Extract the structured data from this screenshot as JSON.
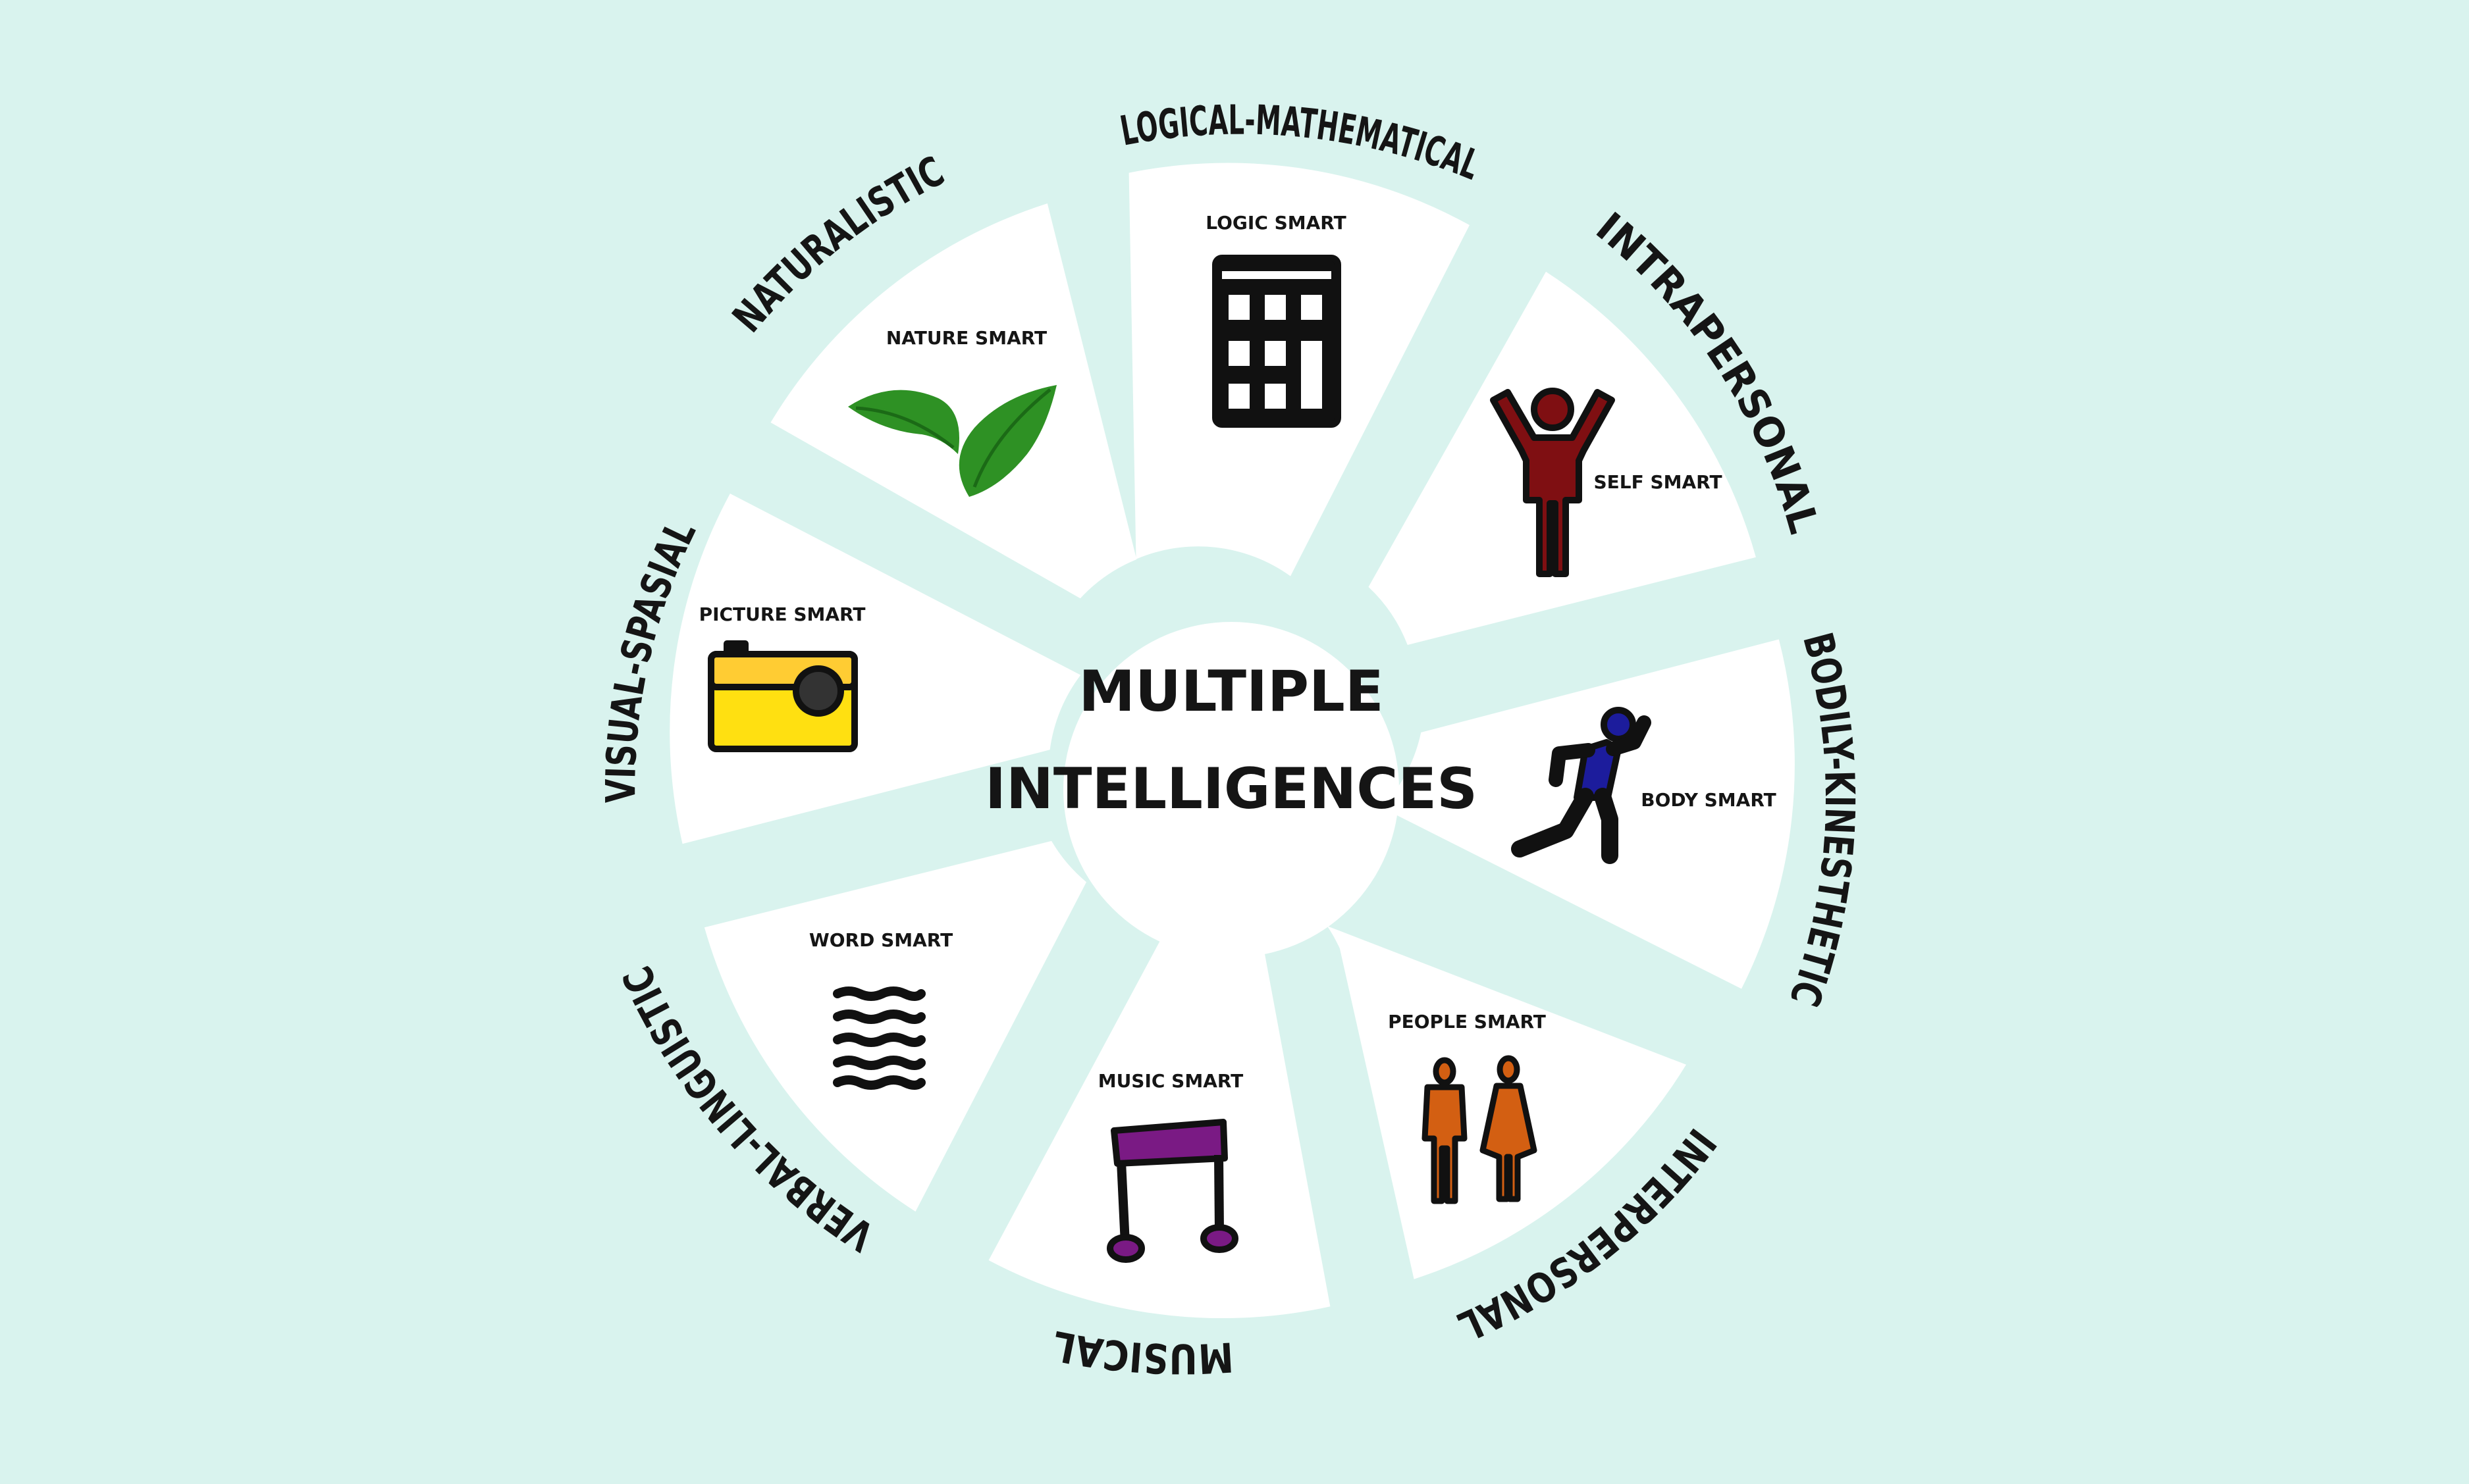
{
  "diagram": {
    "title_lines": [
      "MULTIPLE",
      "INTELLIGENCES"
    ],
    "colors": {
      "background": "#d9f3ee",
      "segment_fill": "#ffffff",
      "text": "#151515"
    },
    "segments": [
      {
        "id": "logical",
        "category": "LOGICAL-MATHEMATICAL",
        "smart": "LOGIC SMART",
        "icon": "calculator-icon"
      },
      {
        "id": "intrapersonal",
        "category": "INTRAPERSONAL",
        "smart": "SELF SMART",
        "icon": "arms-raised-person-icon"
      },
      {
        "id": "bodily",
        "category": "BODILY-KINESTHETIC",
        "smart": "BODY SMART",
        "icon": "running-person-icon"
      },
      {
        "id": "interpersonal",
        "category": "INTERPERSONAL",
        "smart": "PEOPLE SMART",
        "icon": "two-people-icon"
      },
      {
        "id": "musical",
        "category": "MUSICAL",
        "smart": "MUSIC SMART",
        "icon": "music-note-icon"
      },
      {
        "id": "verbal",
        "category": "VERBAL-LINGUISTIC",
        "smart": "WORD SMART",
        "icon": "text-lines-icon"
      },
      {
        "id": "visual",
        "category": "VISUAL-SPASIAL",
        "smart": "PICTURE SMART",
        "icon": "camera-icon"
      },
      {
        "id": "naturalistic",
        "category": "NATURALISTIC",
        "smart": "NATURE SMART",
        "icon": "leaves-icon"
      }
    ]
  }
}
